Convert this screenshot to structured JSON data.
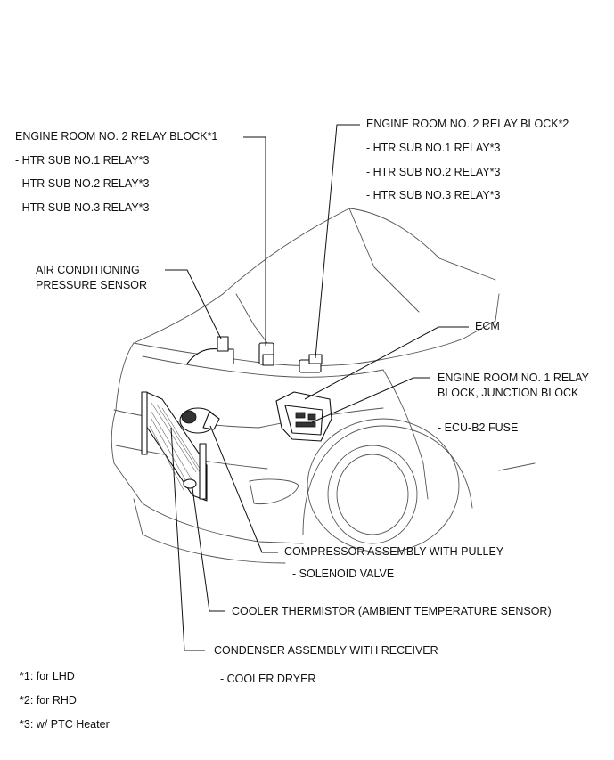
{
  "labels": {
    "er2_lhd": "ENGINE ROOM NO. 2 RELAY BLOCK*1",
    "er2_lhd_r1": "- HTR SUB NO.1 RELAY*3",
    "er2_lhd_r2": "- HTR SUB NO.2 RELAY*3",
    "er2_lhd_r3": "- HTR SUB NO.3 RELAY*3",
    "er2_rhd": "ENGINE ROOM NO. 2 RELAY BLOCK*2",
    "er2_rhd_r1": "- HTR SUB NO.1 RELAY*3",
    "er2_rhd_r2": "- HTR SUB NO.2 RELAY*3",
    "er2_rhd_r3": "- HTR SUB NO.3 RELAY*3",
    "ac_sensor_l1": "AIR CONDITIONING",
    "ac_sensor_l2": "PRESSURE SENSOR",
    "ecm": "ECM",
    "er1_l1": "ENGINE ROOM NO. 1 RELAY",
    "er1_l2": "BLOCK, JUNCTION BLOCK",
    "ecu_fuse": "- ECU-B2 FUSE",
    "compressor": "COMPRESSOR ASSEMBLY WITH PULLEY",
    "solenoid": "- SOLENOID VALVE",
    "thermistor": "COOLER THERMISTOR (AMBIENT TEMPERATURE SENSOR)",
    "condenser": "CONDENSER ASSEMBLY WITH RECEIVER",
    "dryer": "- COOLER DRYER"
  },
  "notes": {
    "n1": "*1: for LHD",
    "n2": "*2: for RHD",
    "n3": "*3: w/ PTC Heater"
  }
}
